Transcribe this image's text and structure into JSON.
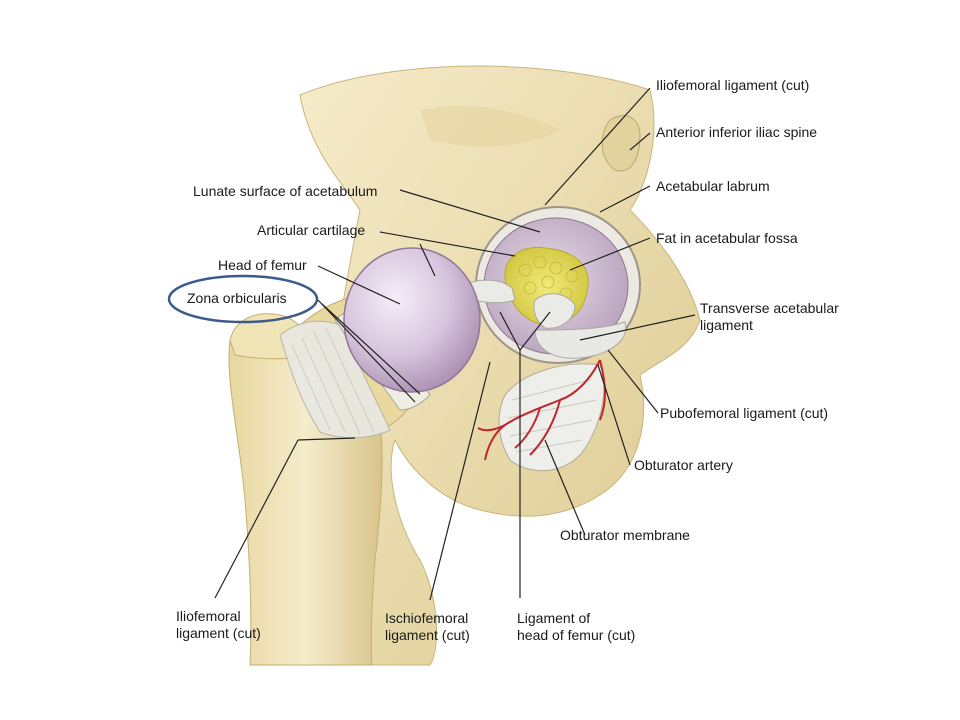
{
  "diagram": {
    "labels": {
      "iliofemoral_cut_top": "Iliofemoral ligament (cut)",
      "anterior_inferior_iliac_spine": "Anterior inferior iliac spine",
      "lunate_surface": "Lunate surface of acetabulum",
      "acetabular_labrum": "Acetabular labrum",
      "articular_cartilage": "Articular cartilage",
      "fat_in_fossa": "Fat in acetabular fossa",
      "head_of_femur": "Head of femur",
      "zona_orbicularis": "Zona orbicularis",
      "transverse_ligament_line1": "Transverse acetabular",
      "transverse_ligament_line2": "ligament",
      "pubofemoral_cut": "Pubofemoral ligament (cut)",
      "obturator_artery": "Obturator artery",
      "obturator_membrane": "Obturator membrane",
      "iliofemoral_cut_bottom_line1": "Iliofemoral",
      "iliofemoral_cut_bottom_line2": "ligament (cut)",
      "ischiofemoral_cut_line1": "Ischiofemoral",
      "ischiofemoral_cut_line2": "ligament (cut)",
      "ligament_head_femur_line1": "Ligament of",
      "ligament_head_femur_line2": "head of femur (cut)"
    },
    "colors": {
      "bone": "#efe2b8",
      "bone_shade": "#d9c690",
      "cartilage": "#d9c8de",
      "ligament": "#e6e6e2",
      "fat": "#e4dc55",
      "artery": "#c0272d",
      "highlight_ellipse": "#3b5b8c"
    }
  }
}
